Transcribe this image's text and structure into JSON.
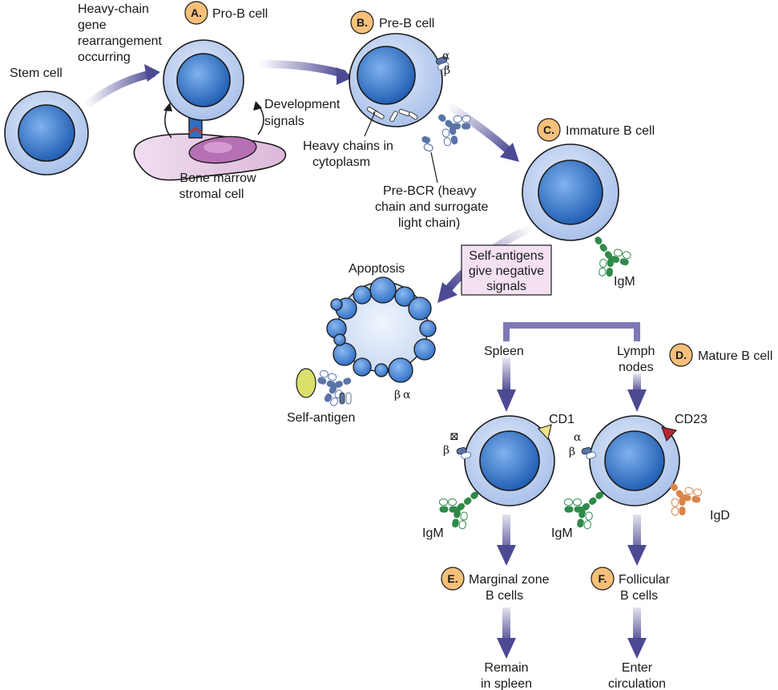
{
  "stages": {
    "stem": {
      "label": "Stem cell"
    },
    "pro_b": {
      "badge": "A.",
      "label": "Pro-B cell"
    },
    "pre_b": {
      "badge": "B.",
      "label": "Pre-B cell"
    },
    "immature": {
      "badge": "C.",
      "label": "Immature B cell"
    },
    "mature": {
      "badge": "D.",
      "label": "Mature B cell"
    },
    "marginal": {
      "badge": "E.",
      "line1": "Marginal zone",
      "line2": "B cells"
    },
    "follicular": {
      "badge": "F.",
      "line1": "Follicular",
      "line2": "B cells"
    }
  },
  "annotations": {
    "heavy_chain": [
      "Heavy-chain",
      "gene",
      "rearrangement",
      "occurring"
    ],
    "development": [
      "Development",
      "signals"
    ],
    "stromal": [
      "Bone marrow",
      "stromal cell"
    ],
    "heavy_cyto": [
      "Heavy chains in",
      "cytoplasm"
    ],
    "pre_bcr": [
      "Pre-BCR (heavy",
      "chain and surrogate",
      "light chain)"
    ],
    "self_antigens_box": [
      "Self-antigens",
      "give negative",
      "signals"
    ],
    "apoptosis": "Apoptosis",
    "self_antigen": "Self-antigen",
    "spleen": "Spleen",
    "lymph": [
      "Lymph",
      "nodes"
    ],
    "cd1": "CD1",
    "cd23": "CD23",
    "igm_immature": "IgM",
    "igm_marginal": "IgM",
    "igm_follicular": "IgM",
    "igd": "IgD",
    "remain": [
      "Remain",
      "in spleen"
    ],
    "enter": [
      "Enter",
      "circulation"
    ],
    "alpha_preb": "α",
    "beta_preb": "β",
    "beta_apop": "β",
    "alpha_apop": "α",
    "alpha_marginal": "⊠",
    "beta_marginal": "β",
    "alpha_foll": "α",
    "beta_foll": "β"
  },
  "colors": {
    "cell_outer": "#bcd0f0",
    "cell_nucleus": "#2f6fc4",
    "arrow": "#4d4a94",
    "badge": "#f6c07a",
    "stromal": "#e4c3e3",
    "box": "#f3e1f1",
    "antibody_green": "#2f8a4a",
    "antibody_blue": "#5a74a8",
    "igd_orange": "#d8854a",
    "cd1_yellow": "#f3e58a",
    "cd23_red": "#b8262f",
    "self_antigen": "#d9e06a"
  }
}
